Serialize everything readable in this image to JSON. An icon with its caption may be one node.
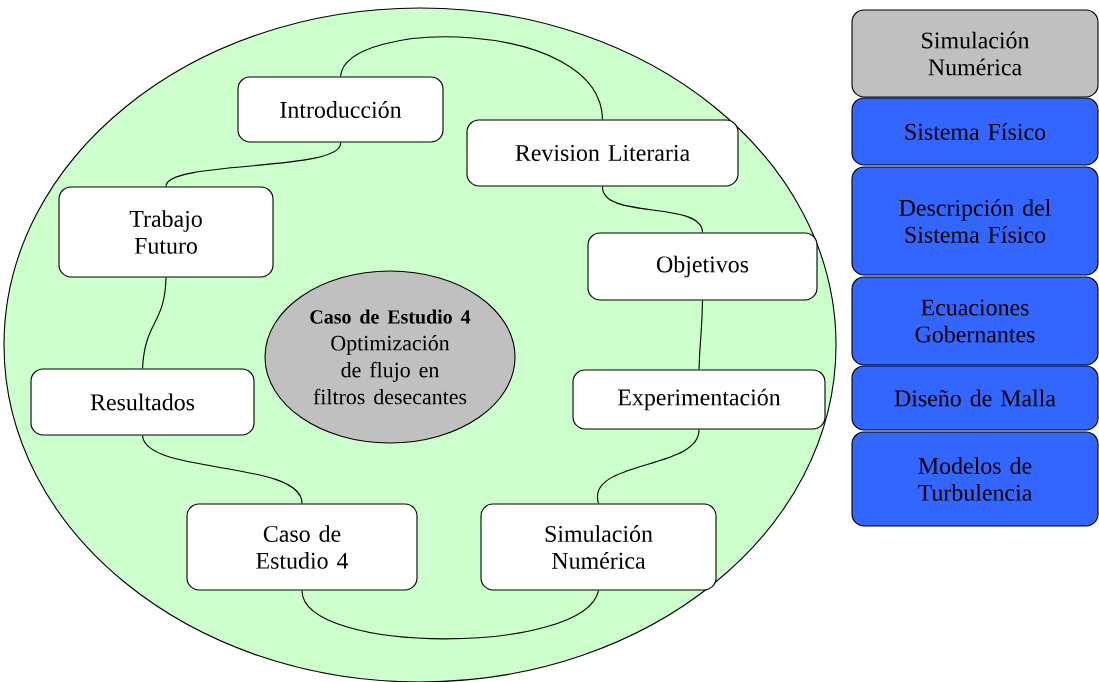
{
  "diagram": {
    "nodes": [
      {
        "text": [],
        "shape": "circle"
      },
      {
        "text": [
          "Caso de Estudio 4",
          "Optimización de flujo en filtros desecantes"
        ],
        "in": 0
      },
      {
        "text": [
          "Introducción"
        ],
        "in": 0
      },
      {
        "text": [
          "Revision Literaria"
        ],
        "in": 0
      },
      {
        "text": [
          "Objetivos"
        ],
        "in": 0
      },
      {
        "text": [
          "Experimentación"
        ],
        "in": 0
      },
      {
        "text": [
          "Simulación Numérica"
        ],
        "in": 0
      },
      {
        "text": [
          "Caso de Estudio 4"
        ],
        "in": 0
      },
      {
        "text": [
          "Resultados"
        ],
        "in": 0
      },
      {
        "text": [
          "Trabajo Futuro"
        ],
        "in": 0
      },
      {
        "text": [
          "Simulación Numérica"
        ]
      },
      {
        "text": [
          "Sistema Físico"
        ]
      },
      {
        "text": [
          "Descripción del Sistema Físico"
        ]
      },
      {
        "text": [
          "Ecuaciones Gobernantes"
        ]
      },
      {
        "text": [
          "Diseño de Malla"
        ]
      },
      {
        "text": [
          "Modelos de Turbulencia"
        ]
      }
    ],
    "edges": [
      {
        "from": 2,
        "to": 3,
        "arrow": "none"
      },
      {
        "from": 3,
        "to": 4,
        "arrow": "none"
      },
      {
        "from": 4,
        "to": 5,
        "arrow": "none"
      },
      {
        "from": 5,
        "to": 6,
        "arrow": "none"
      },
      {
        "from": 6,
        "to": 7,
        "arrow": "none"
      },
      {
        "from": 7,
        "to": 8,
        "arrow": "none"
      },
      {
        "from": 8,
        "to": 9,
        "arrow": "none"
      },
      {
        "from": 9,
        "to": 2,
        "arrow": "none"
      }
    ]
  }
}
